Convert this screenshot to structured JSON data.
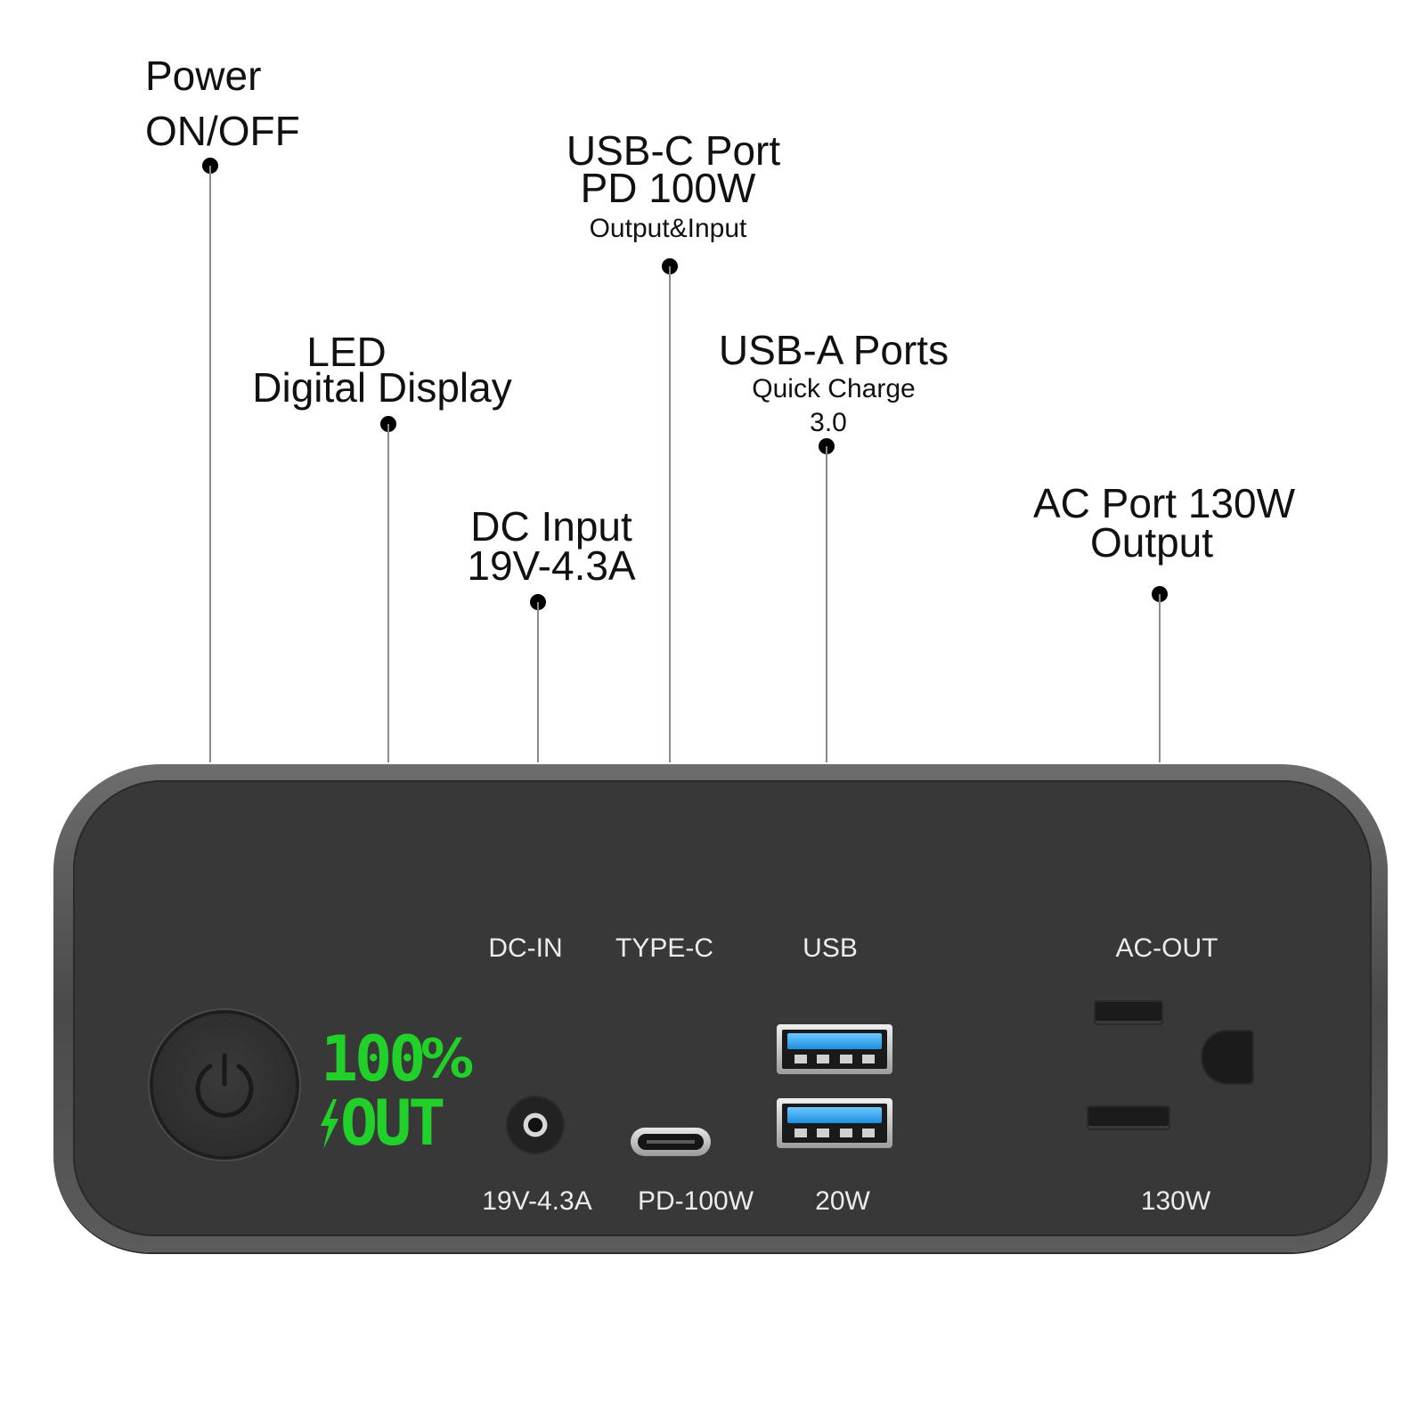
{
  "callouts": {
    "power": {
      "line1": "Power",
      "line2": "ON/OFF"
    },
    "led": {
      "line1": "LED",
      "line2": "Digital Display"
    },
    "dc_input": {
      "line1": "DC Input",
      "line2": "19V-4.3A"
    },
    "usbc": {
      "line1": "USB-C Port",
      "line2": "PD 100W",
      "line3": "Output&Input"
    },
    "usba": {
      "line1": "USB-A Ports",
      "line2": "Quick Charge",
      "line3": "3.0"
    },
    "ac": {
      "line1": "AC Port 130W",
      "line2": "Output"
    }
  },
  "panel_labels": {
    "dc_in": "DC-IN",
    "type_c": "TYPE-C",
    "usb": "USB",
    "ac_out": "AC-OUT",
    "dc_rating": "19V-4.3A",
    "pd_rating": "PD-100W",
    "usb_rating": "20W",
    "ac_rating": "130W"
  },
  "display": {
    "line1": "100",
    "percent": "%",
    "line2": "OUT",
    "color": "#22d02a"
  },
  "icons": [
    "power-icon",
    "lightning-icon"
  ],
  "colors": {
    "device_body": "#383838",
    "bezel": "#5c5c5c",
    "usb_blue": "#1d8fe0"
  }
}
